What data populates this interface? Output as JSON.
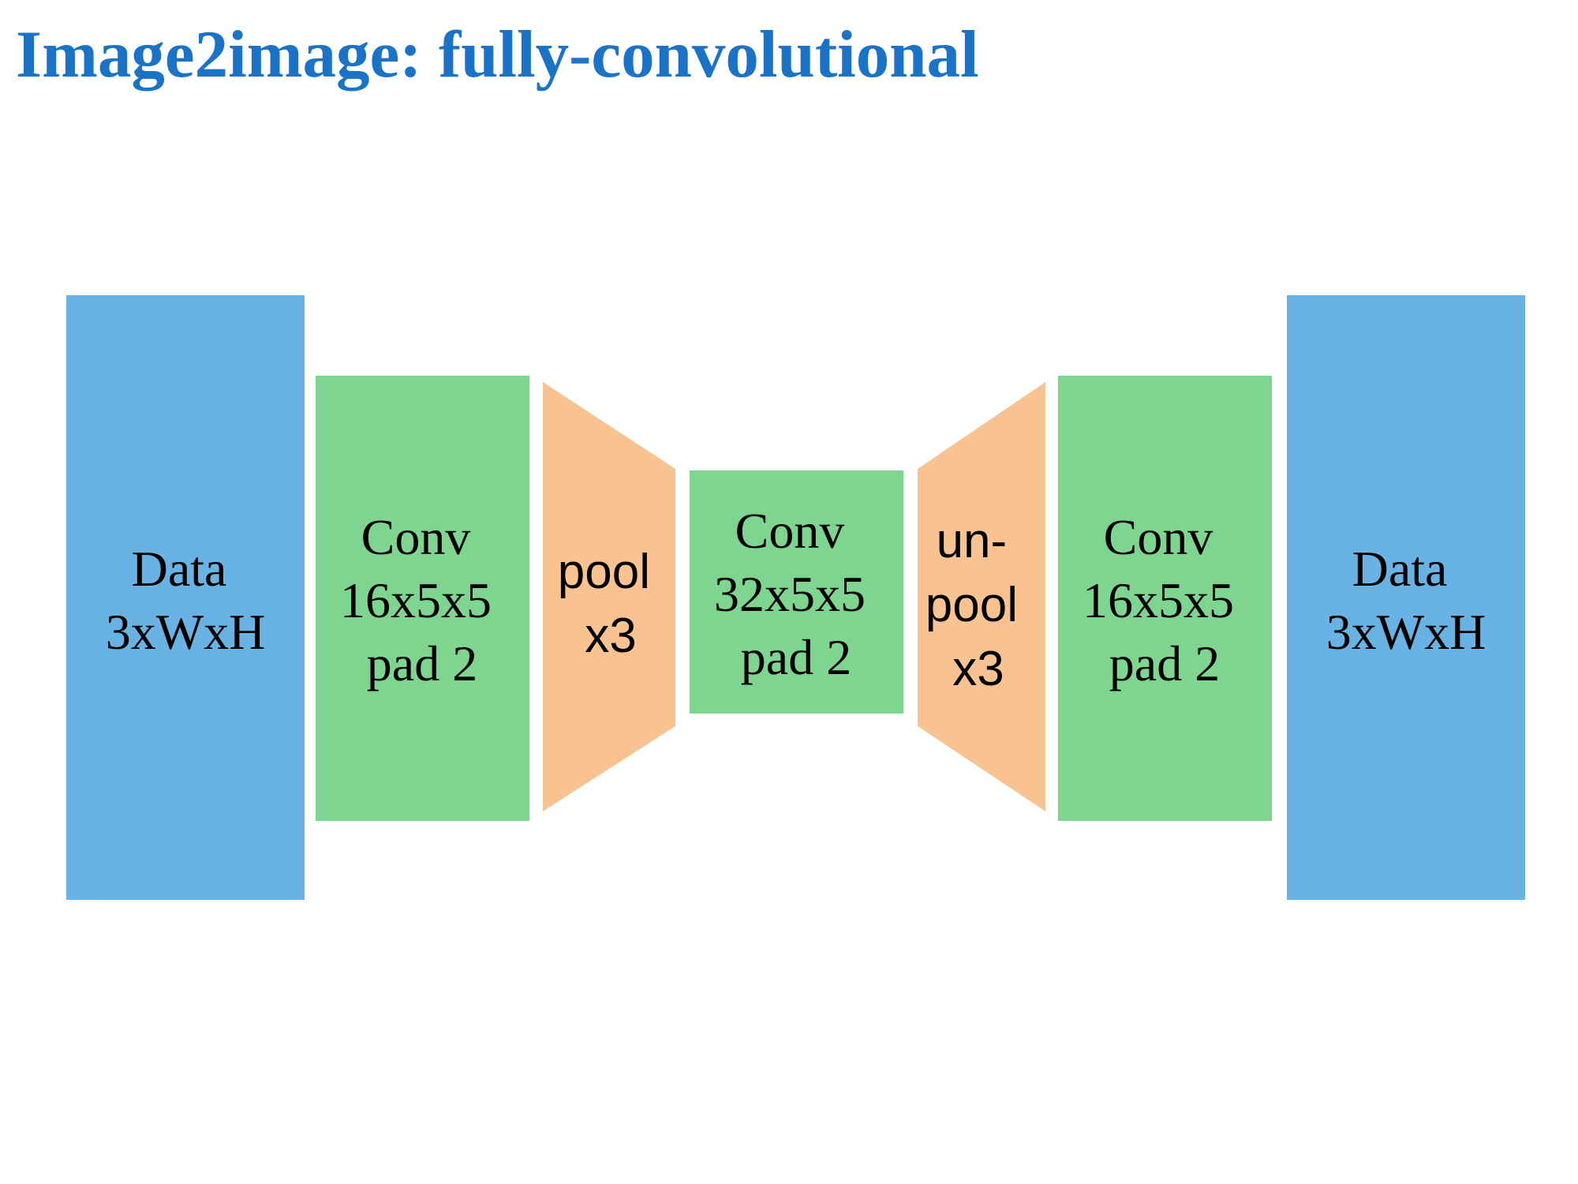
{
  "title": "Image2image: fully-convolutional",
  "colors": {
    "title": "#1a73c6",
    "data_block": "#68b3e3",
    "conv_block": "#7dd58f",
    "pool_block": "#f9c291"
  },
  "blocks": [
    {
      "kind": "data",
      "lines": [
        "Data",
        "3xWxH"
      ]
    },
    {
      "kind": "conv",
      "lines": [
        "Conv",
        "16x5x5",
        "pad 2"
      ]
    },
    {
      "kind": "pool",
      "lines": [
        "pool",
        "x3"
      ]
    },
    {
      "kind": "conv",
      "lines": [
        "Conv",
        "32x5x5",
        "pad 2"
      ]
    },
    {
      "kind": "unpool",
      "lines": [
        "un-",
        "pool",
        "x3"
      ]
    },
    {
      "kind": "conv",
      "lines": [
        "Conv",
        "16x5x5",
        "pad 2"
      ]
    },
    {
      "kind": "data",
      "lines": [
        "Data",
        "3xWxH"
      ]
    }
  ]
}
